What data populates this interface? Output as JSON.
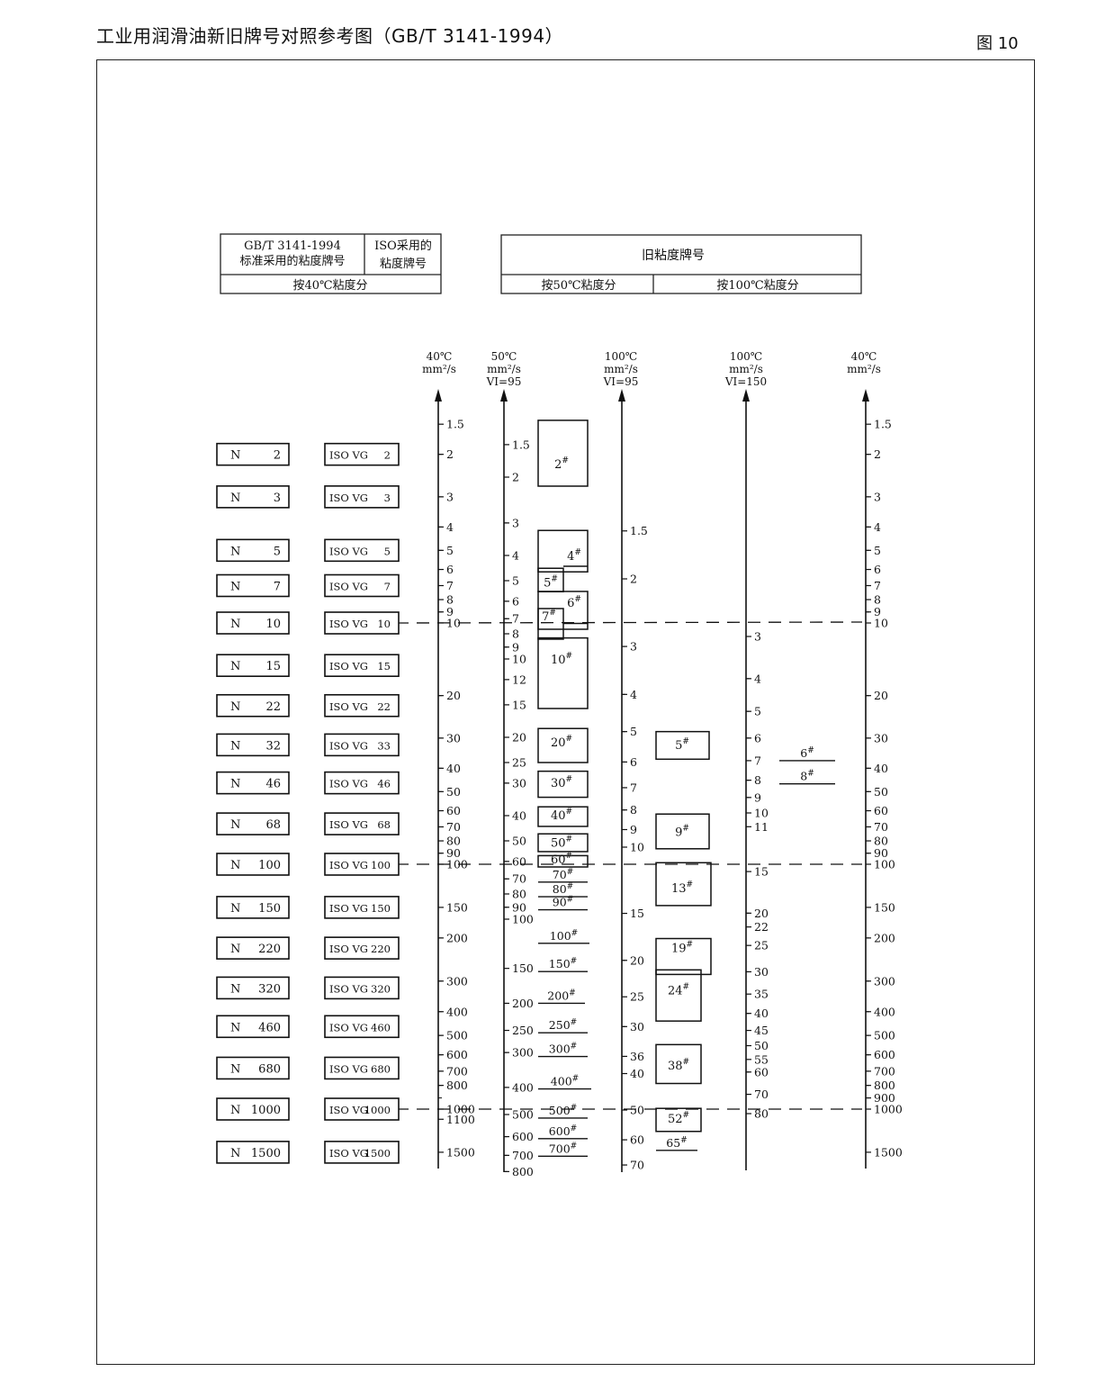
{
  "page": {
    "title": "工业用润滑油新旧牌号对照参考图（GB/T  3141-1994）",
    "figure_label": "图 10"
  },
  "header_left": {
    "col1_line1": "GB/T 3141-1994",
    "col1_line2": "标准采用的粘度牌号",
    "col2_line1": "ISO采用的",
    "col2_line2": "粘度牌号",
    "footer": "按40℃粘度分"
  },
  "header_right": {
    "title": "旧粘度牌号",
    "left_footer": "按50℃粘度分",
    "right_footer": "按100℃粘度分"
  },
  "axes": [
    {
      "temp": "40℃",
      "unit": "mm²/s",
      "vi": ""
    },
    {
      "temp": "50℃",
      "unit": "mm²/s",
      "vi": "VI=95"
    },
    {
      "temp": "100℃",
      "unit": "mm²/s",
      "vi": "VI=95"
    },
    {
      "temp": "100℃",
      "unit": "mm²/s",
      "vi": "VI=150"
    },
    {
      "temp": "40℃",
      "unit": "mm²/s",
      "vi": ""
    }
  ],
  "axis1_ticks": [
    "1.5",
    "2",
    "3",
    "4",
    "5",
    "6",
    "7",
    "8",
    "9",
    "10",
    "20",
    "30",
    "40",
    "50",
    "60",
    "70",
    "80",
    "90",
    "100",
    "150",
    "200",
    "300",
    "400",
    "500",
    "600",
    "700",
    "800",
    "1000",
    "1100",
    "1500"
  ],
  "axis2_ticks": [
    "1.5",
    "2",
    "3",
    "4",
    "5",
    "6",
    "7",
    "8",
    "9",
    "10",
    "12",
    "15",
    "20",
    "25",
    "30",
    "40",
    "50",
    "60",
    "70",
    "80",
    "90",
    "100",
    "150",
    "200",
    "250",
    "300",
    "400",
    "500",
    "600",
    "700",
    "800"
  ],
  "axis3_ticks": [
    "1.5",
    "2",
    "3",
    "4",
    "5",
    "6",
    "7",
    "8",
    "9",
    "10",
    "15",
    "20",
    "25",
    "30",
    "36",
    "40",
    "50",
    "60",
    "70"
  ],
  "axis4_ticks": [
    "3",
    "4",
    "5",
    "6",
    "7",
    "8",
    "9",
    "10",
    "11",
    "15",
    "20",
    "22",
    "25",
    "30",
    "35",
    "40",
    "45",
    "50",
    "55",
    "60",
    "70",
    "80"
  ],
  "axis5_ticks": [
    "1.5",
    "2",
    "3",
    "4",
    "5",
    "6",
    "7",
    "8",
    "9",
    "10",
    "20",
    "30",
    "40",
    "50",
    "60",
    "70",
    "80",
    "90",
    "100",
    "150",
    "200",
    "300",
    "400",
    "500",
    "600",
    "700",
    "800",
    "900",
    "1000",
    "1500"
  ],
  "n_grades": [
    "2",
    "3",
    "5",
    "7",
    "10",
    "15",
    "22",
    "32",
    "46",
    "68",
    "100",
    "150",
    "220",
    "320",
    "460",
    "680",
    "1000",
    "1500"
  ],
  "n_prefix": "N",
  "iso_grades": [
    "2",
    "3",
    "5",
    "7",
    "10",
    "15",
    "22",
    "33",
    "46",
    "68",
    "100",
    "150",
    "220",
    "320",
    "460",
    "680",
    "1000",
    "1500"
  ],
  "iso_prefix": "ISO  VG",
  "old50_labels": [
    "2#",
    "4#",
    "5#",
    "6#",
    "7#",
    "10#",
    "20#",
    "30#",
    "40#",
    "50#",
    "60#",
    "70#",
    "80#",
    "90#",
    "100#",
    "150#",
    "200#",
    "250#",
    "300#",
    "400#",
    "500#",
    "600#",
    "700#"
  ],
  "old100_labels": [
    "5#",
    "9#",
    "13#",
    "19#",
    "24#",
    "38#",
    "52#",
    "65#"
  ],
  "old100vi150_labels": [
    "6#",
    "8#"
  ]
}
